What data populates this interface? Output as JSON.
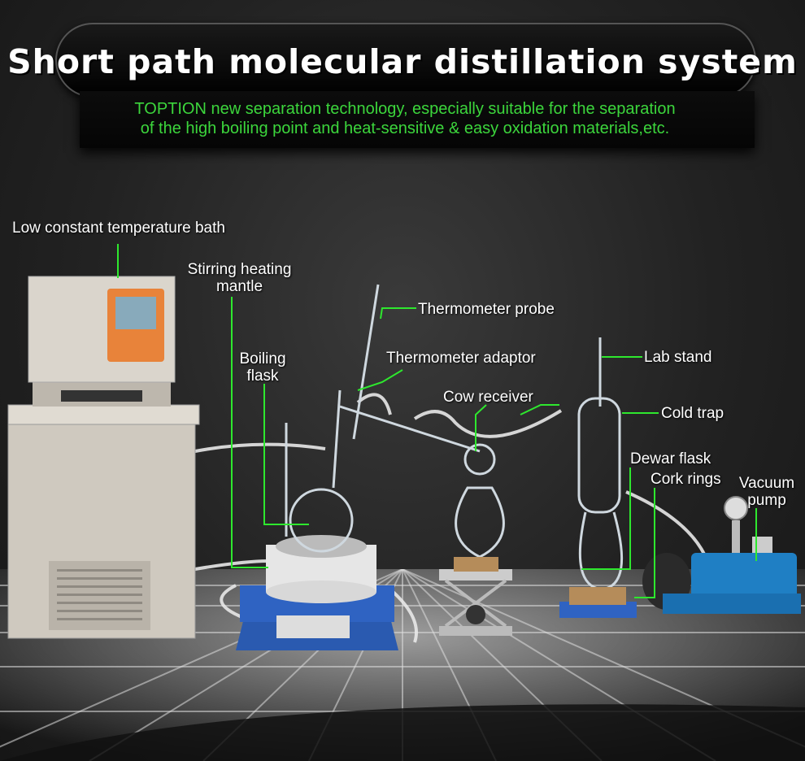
{
  "header": {
    "title": "Short path molecular distillation system",
    "subtitle_line1": "TOPTION new separation technology, especially suitable for the separation",
    "subtitle_line2": "of the high boiling point and heat-sensitive &  easy oxidation materials,etc."
  },
  "labels": {
    "low_temp_bath": "Low constant temperature bath",
    "stirring_mantle_1": "Stirring heating",
    "stirring_mantle_2": "mantle",
    "boiling_flask_1": "Boiling",
    "boiling_flask_2": "flask",
    "thermometer_probe": "Thermometer probe",
    "thermometer_adaptor": "Thermometer adaptor",
    "cow_receiver": "Cow receiver",
    "lab_stand": "Lab stand",
    "cold_trap": "Cold trap",
    "dewar_flask": "Dewar flask",
    "cork_rings": "Cork rings",
    "vacuum_pump_1": "Vacuum",
    "vacuum_pump_2": "pump"
  },
  "colors": {
    "accent_green": "#3cd63c",
    "leader_line": "#2ee82e",
    "pump_blue": "#1f7fc4",
    "background": "#222222"
  }
}
